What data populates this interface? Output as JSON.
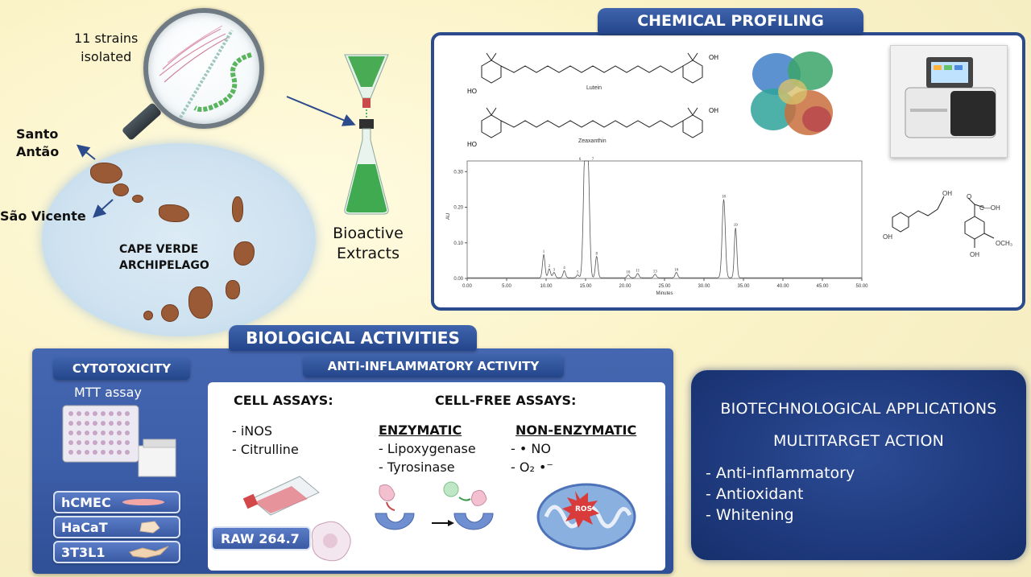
{
  "strains": {
    "label_line1": "11 strains",
    "label_line2": "isolated"
  },
  "map": {
    "santo_antao_line1": "Santo",
    "santo_antao_line2": "Antão",
    "sao_vicente": "São Vicente",
    "archipelago_line1": "CAPE VERDE",
    "archipelago_line2": "ARCHIPELAGO"
  },
  "flask": {
    "label_line1": "Bioactive",
    "label_line2": "Extracts"
  },
  "chemical_profiling": {
    "title": "CHEMICAL PROFILING",
    "molecule1": "Lutein",
    "molecule2": "Zeaxanthin",
    "chromatogram": {
      "ylabel": "AU",
      "xlabel": "Minutes",
      "y_ticks": [
        "0.30",
        "0.20",
        "0.10",
        "0.00"
      ],
      "x_ticks": [
        "0.00",
        "5.00",
        "10.00",
        "15.00",
        "20.00",
        "25.00",
        "30.00",
        "35.00",
        "40.00",
        "45.00",
        "50.00"
      ],
      "peaks": [
        {
          "label": "1",
          "t": 9.7,
          "h": 0.065
        },
        {
          "label": "2",
          "t": 10.4,
          "h": 0.025
        },
        {
          "label": "3",
          "t": 11.0,
          "h": 0.015
        },
        {
          "label": "4",
          "t": 12.3,
          "h": 0.02
        },
        {
          "label": "5",
          "t": 14.0,
          "h": 0.008
        },
        {
          "label": "6",
          "t": 14.9,
          "h": 0.325
        },
        {
          "label": "7",
          "t": 15.3,
          "h": 0.325
        },
        {
          "label": "8",
          "t": 16.4,
          "h": 0.06
        },
        {
          "label": "10",
          "t": 20.4,
          "h": 0.008
        },
        {
          "label": "11",
          "t": 21.6,
          "h": 0.012
        },
        {
          "label": "13",
          "t": 23.8,
          "h": 0.01
        },
        {
          "label": "16",
          "t": 26.5,
          "h": 0.015
        },
        {
          "label": "18",
          "t": 32.5,
          "h": 0.22
        },
        {
          "label": "19",
          "t": 34.0,
          "h": 0.14
        }
      ]
    },
    "small_mol_oh1": "OH",
    "small_mol_oh2": "OH",
    "small_mol_cooh": "C—OH",
    "small_mol_och3": "OCH₃",
    "small_mol_oh3": "OH",
    "small_mol_o": "O"
  },
  "biological": {
    "title": "BIOLOGICAL ACTIVITIES",
    "cytotoxicity": "CYTOTOXICITY",
    "mtt": "MTT assay",
    "cells": [
      "hCMEC",
      "HaCaT",
      "3T3L1"
    ],
    "raw": "RAW 264.7",
    "anti_inflammatory": "ANTI-INFLAMMATORY ACTIVITY",
    "cell_assays": "CELL ASSAYS:",
    "cell_items": [
      "- iNOS",
      "- Citrulline"
    ],
    "cell_free": "CELL-FREE ASSAYS:",
    "enzymatic": "ENZYMATIC",
    "enzymatic_items": [
      "- Lipoxygenase",
      "- Tyrosinase"
    ],
    "non_enzymatic": "NON-ENZYMATIC",
    "non_enzymatic_items": [
      "- • NO",
      "- O₂ •⁻"
    ],
    "ros": "ROS"
  },
  "biotech": {
    "title": "BIOTECHNOLOGICAL APPLICATIONS",
    "subtitle": "MULTITARGET ACTION",
    "items": [
      "-   Anti-inflammatory",
      "-   Antioxidant",
      "-   Whitening"
    ]
  },
  "colors": {
    "panel_blue": "#2b4b8c",
    "island_brown": "#9a5a36",
    "flask_green": "#3faa4f"
  }
}
